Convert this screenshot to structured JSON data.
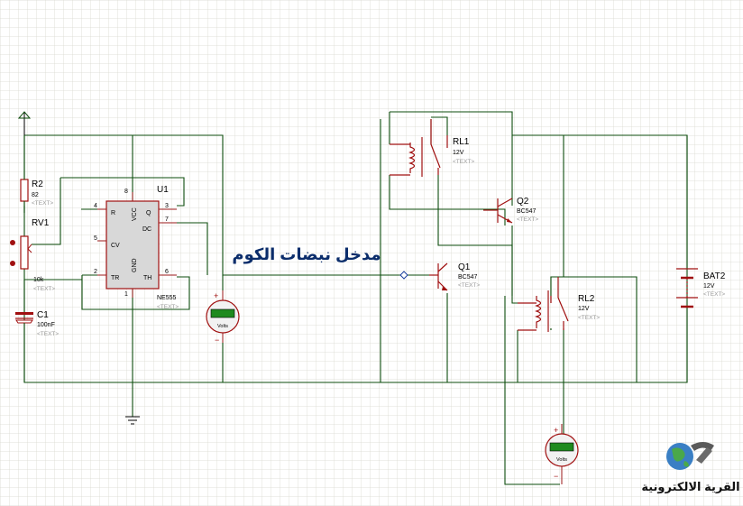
{
  "annotation": {
    "text": "مدخل نبضات الكوم"
  },
  "components": {
    "r2": {
      "ref": "R2",
      "value": "82",
      "text": "<TEXT>"
    },
    "rv1": {
      "ref": "RV1",
      "value": "10k",
      "text": "<TEXT>"
    },
    "c1": {
      "ref": "C1",
      "value": "100nF",
      "text": "<TEXT>"
    },
    "u1": {
      "ref": "U1",
      "part": "NE555",
      "text": "<TEXT>",
      "pins": {
        "r": "R",
        "vcc": "VCC",
        "q": "Q",
        "dc": "DC",
        "cv": "CV",
        "tr": "TR",
        "gnd": "GND",
        "th": "TH",
        "n4": "4",
        "n8": "8",
        "n3": "3",
        "n7": "7",
        "n5": "5",
        "n2": "2",
        "n6": "6",
        "n1": "1"
      }
    },
    "q1": {
      "ref": "Q1",
      "part": "BC547",
      "text": "<TEXT>"
    },
    "q2": {
      "ref": "Q2",
      "part": "BC547",
      "text": "<TEXT>"
    },
    "rl1": {
      "ref": "RL1",
      "value": "12V",
      "text": "<TEXT>"
    },
    "rl2": {
      "ref": "RL2",
      "value": "12V",
      "text": "<TEXT>"
    },
    "bat2": {
      "ref": "BAT2",
      "value": "12V",
      "text": "<TEXT>"
    },
    "vm1": {
      "unit": "Volts",
      "plus": "+",
      "minus": "−"
    },
    "vm2": {
      "unit": "Volts",
      "plus": "+",
      "minus": "−"
    }
  },
  "watermark": {
    "text": "القرية الالكترونية"
  },
  "colors": {
    "wire": "#0d4d0d",
    "grid": "#d9d9cf",
    "component": "#a01010",
    "meter_display": "#1e8a1e"
  }
}
